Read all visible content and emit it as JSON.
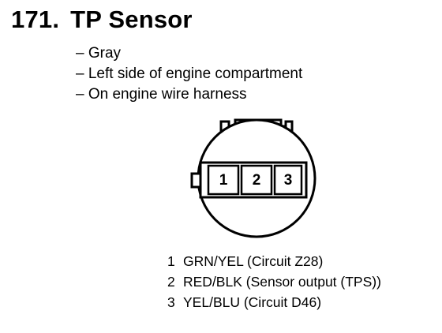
{
  "heading": {
    "number": "171.",
    "title": "TP Sensor"
  },
  "properties": [
    "– Gray",
    "– Left side of engine compartment",
    "– On engine wire harness"
  ],
  "connector": {
    "cavities": [
      "1",
      "2",
      "3"
    ]
  },
  "pinout": [
    {
      "pin": "1",
      "description": "GRN/YEL (Circuit Z28)"
    },
    {
      "pin": "2",
      "description": "RED/BLK (Sensor output (TPS))"
    },
    {
      "pin": "3",
      "description": "YEL/BLU (Circuit D46)"
    }
  ]
}
